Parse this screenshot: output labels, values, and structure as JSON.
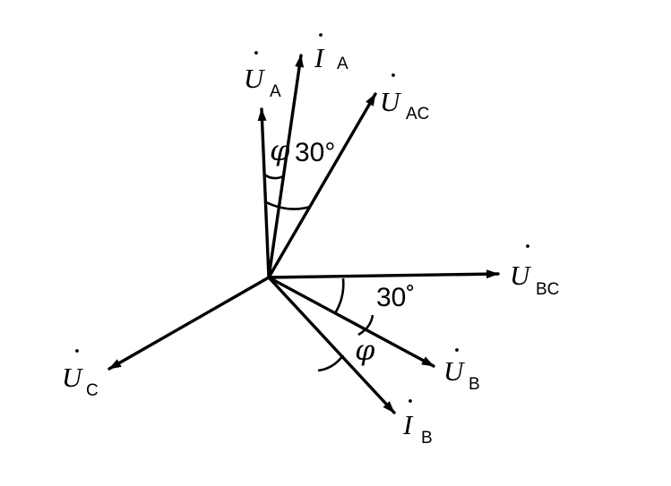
{
  "vectors": {
    "IA": {
      "symbol": "I",
      "sub": "A"
    },
    "UA": {
      "symbol": "U",
      "sub": "A"
    },
    "UAC": {
      "symbol": "U",
      "sub": "AC"
    },
    "UBC": {
      "symbol": "U",
      "sub": "BC"
    },
    "UB": {
      "symbol": "U",
      "sub": "B"
    },
    "IB": {
      "symbol": "I",
      "sub": "B"
    },
    "UC": {
      "symbol": "U",
      "sub": "C"
    }
  },
  "angles": {
    "phi_top": "φ",
    "deg30_top": "30°",
    "deg30_right": "30˚",
    "phi_bottom": "φ"
  }
}
